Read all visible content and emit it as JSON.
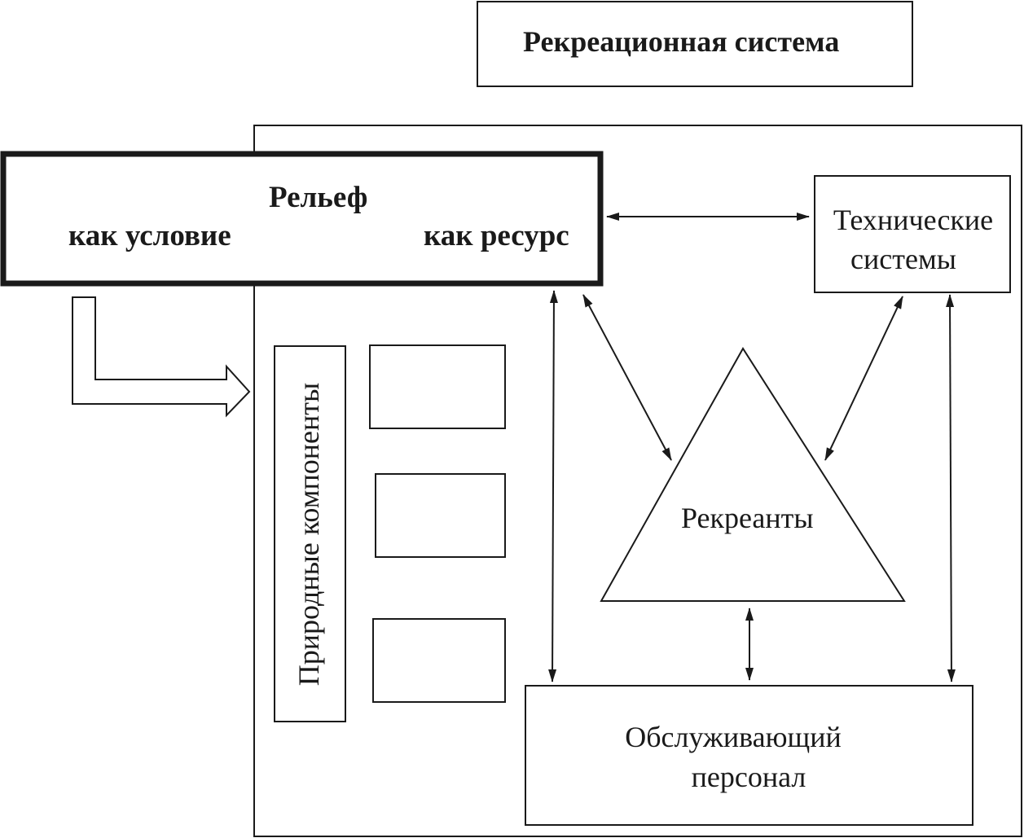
{
  "title": "Рекреационная система",
  "relief": {
    "title": "Рельеф",
    "left_label": "как условие",
    "right_label": "как ресурс"
  },
  "technical_systems": {
    "line1": "Технические",
    "line2": "системы"
  },
  "natural_components": "Природные компоненты",
  "recreants": "Рекреанты",
  "service_staff": {
    "line1": "Обслуживающий",
    "line2": "персонал"
  },
  "colors": {
    "stroke": "#1a1a1a",
    "background": "#ffffff"
  }
}
